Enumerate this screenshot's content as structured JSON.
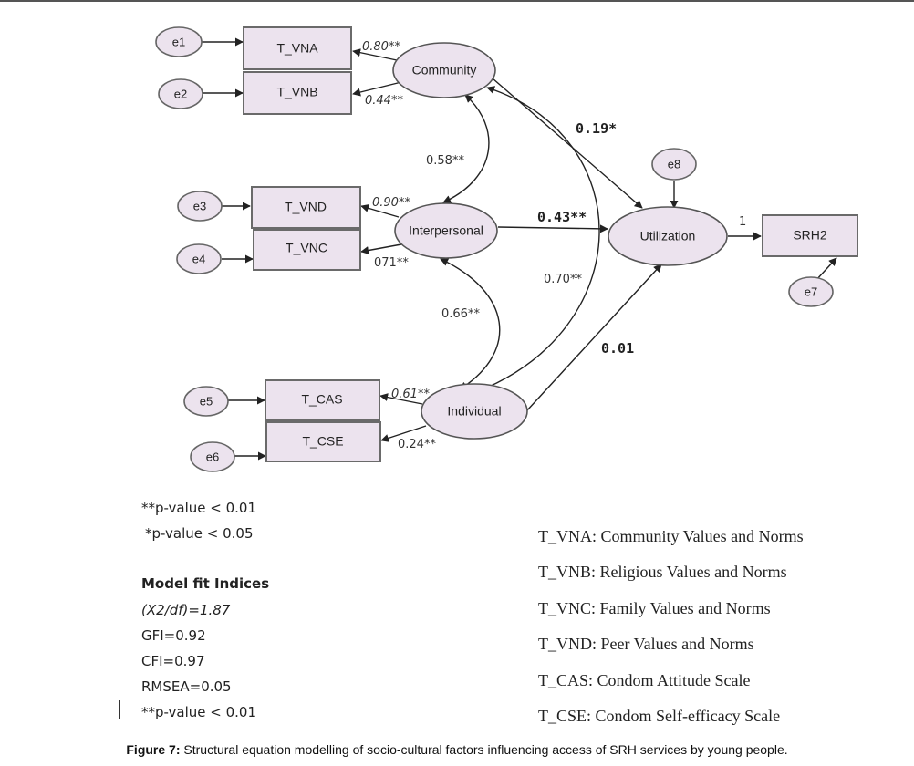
{
  "diagram": {
    "error_terms": {
      "e1": "e1",
      "e2": "e2",
      "e3": "e3",
      "e4": "e4",
      "e5": "e5",
      "e6": "e6",
      "e7": "e7",
      "e8": "e8"
    },
    "observed": {
      "t_vna": "T_VNA",
      "t_vnb": "T_VNB",
      "t_vnd": "T_VND",
      "t_vnc": "T_VNC",
      "t_cas": "T_CAS",
      "t_cse": "T_CSE",
      "srh2": "SRH2"
    },
    "latent": {
      "community": "Community",
      "interpersonal": "Interpersonal",
      "individual": "Individual",
      "utilization": "Utilization"
    },
    "coefficients": {
      "community_t_vna": "0.80**",
      "community_t_vnb": "0.44**",
      "interpersonal_t_vnd": "0.90**",
      "interpersonal_t_vnc": "071**",
      "individual_t_cas": "0.61**",
      "individual_t_cse": "0.24**",
      "community_utilization": "0.19*",
      "interpersonal_utilization": "0.43**",
      "individual_utilization": "0.01",
      "utilization_srh2": "1",
      "cov_community_interpersonal": "0.58**",
      "cov_interpersonal_individual": "0.66**",
      "cov_community_individual": "0.70**"
    }
  },
  "notes": {
    "p_001": "**p-value < 0.01",
    "p_005": "*p-value < 0.05",
    "fit_title": "Model fit Indices",
    "chi2df": "(X2/df)=1.87",
    "gfi": "GFI=0.92",
    "cfi": "CFI=0.97",
    "rmsea": "RMSEA=0.05",
    "p_001_repeat": "**p-value < 0.01"
  },
  "legend": {
    "t_vna": "T_VNA: Community Values and Norms",
    "t_vnb": "T_VNB: Religious Values and Norms",
    "t_vnc": "T_VNC: Family Values and Norms",
    "t_vnd": "T_VND: Peer Values and Norms",
    "t_cas": "T_CAS: Condom Attitude Scale",
    "t_cse": "T_CSE: Condom Self-efficacy Scale"
  },
  "caption": {
    "label": "Figure 7:",
    "text": "Structural equation modelling of socio-cultural factors influencing access of SRH services by young people."
  }
}
